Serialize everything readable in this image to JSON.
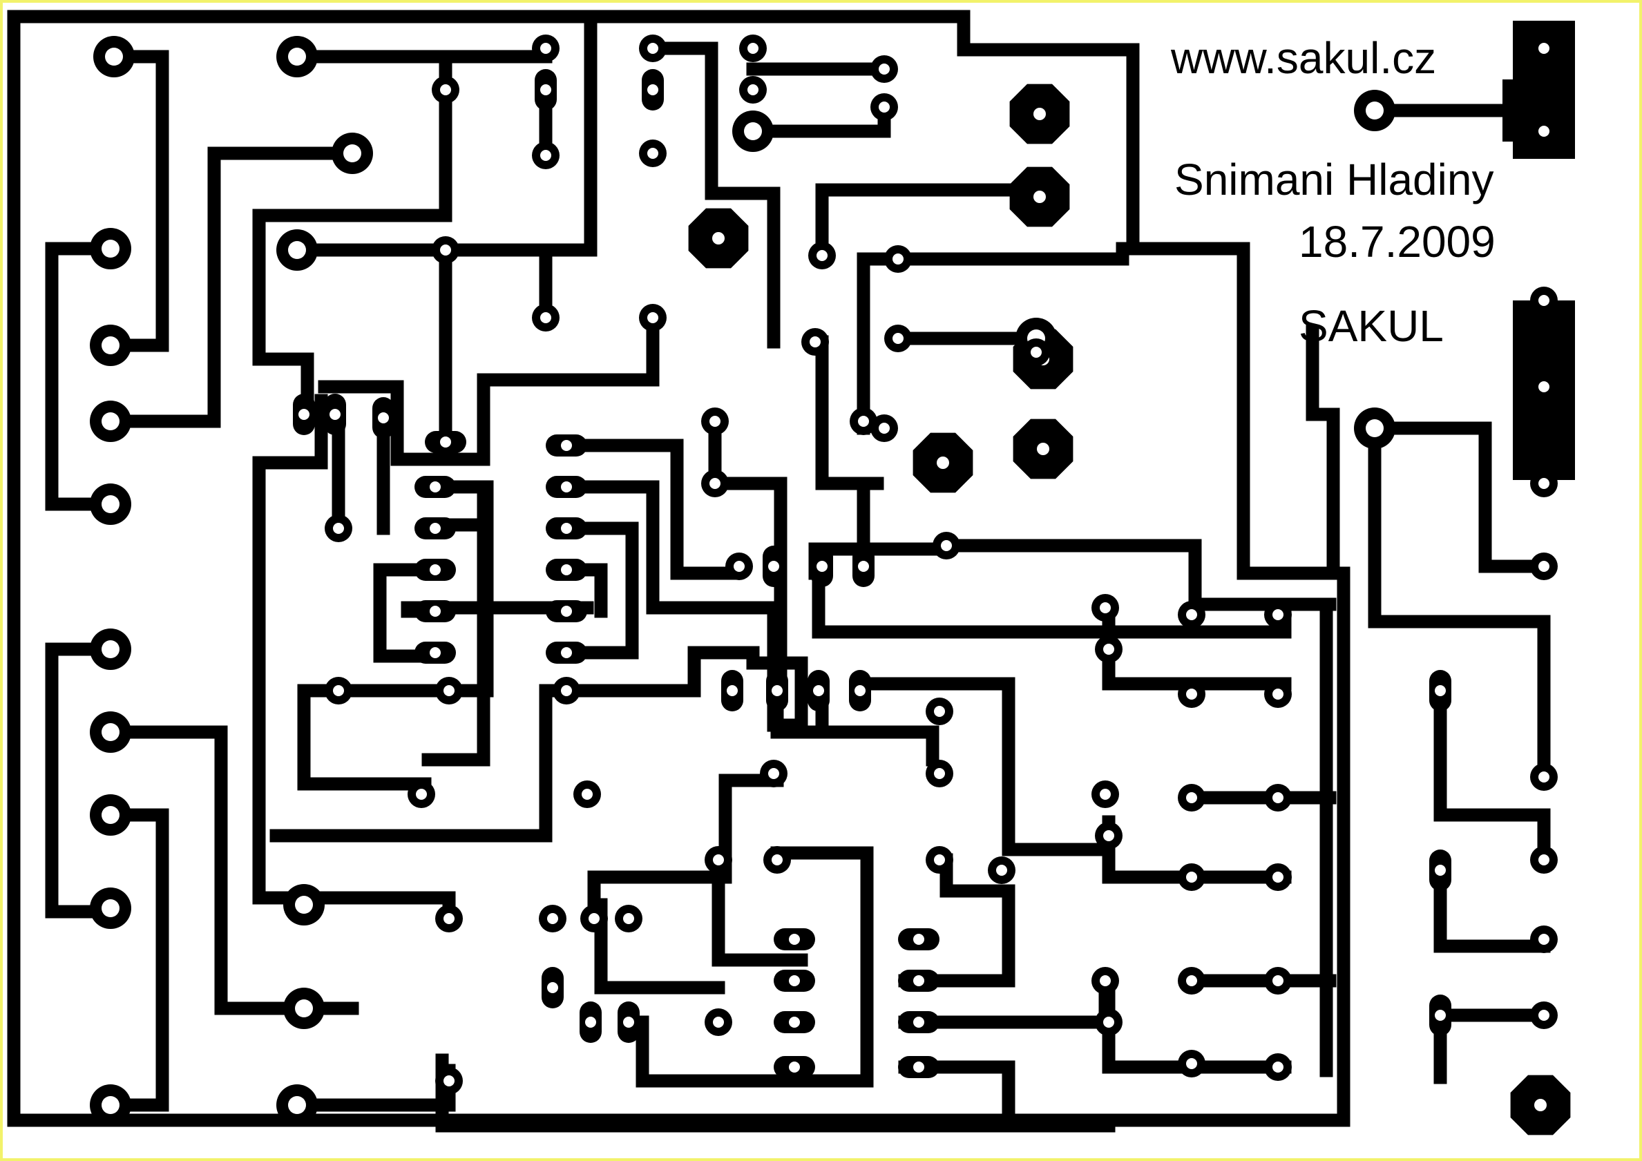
{
  "board": {
    "url": "www.sakul.cz",
    "title": "Snimani Hladiny",
    "date": "18.7.2009",
    "author": "SAKUL",
    "border_color": "#f2f26b",
    "copper_color": "#000000",
    "background_color": "#ffffff"
  }
}
